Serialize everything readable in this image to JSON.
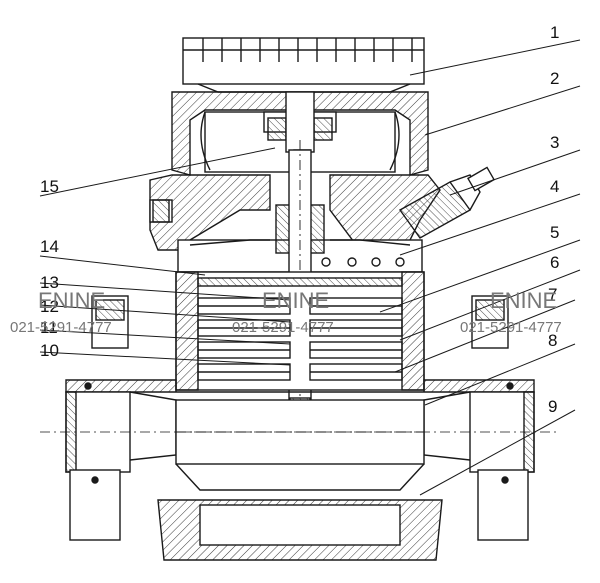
{
  "callouts": {
    "c1": "1",
    "c2": "2",
    "c3": "3",
    "c4": "4",
    "c5": "5",
    "c6": "6",
    "c7": "7",
    "c8": "8",
    "c9": "9",
    "c10": "10",
    "c11": "11",
    "c12": "12",
    "c13": "13",
    "c14": "14",
    "c15": "15"
  },
  "watermark": {
    "brand": "ENINE",
    "phone": "021-5291-4777"
  },
  "colors": {
    "line": "#1a1a1a",
    "hatch": "#3a3a3a",
    "watermark": "#8a8a8a",
    "background": "#ffffff"
  }
}
